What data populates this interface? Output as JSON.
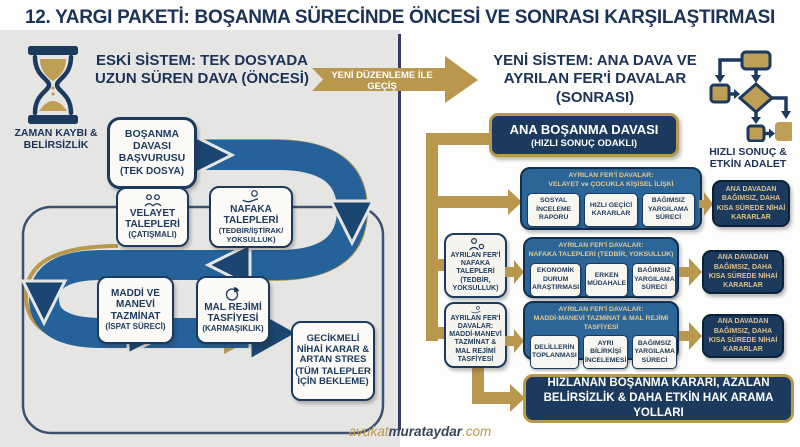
{
  "title": "12. YARGI PAKETİ: BOŞANMA SÜRECİNDE ÖNCESİ VE SONRASI KARŞILAŞTIRMASI",
  "colors": {
    "navy": "#1b3a5e",
    "panel_blue": "#2c6598",
    "gold": "#b9984d",
    "gray": "#e5e6e4",
    "cream": "#f7f5ef"
  },
  "icons": {
    "left_badge": "hourglass-icon",
    "right_badge": "flowchart-icon",
    "velayet": "family-icon",
    "nafaka": "hand-coin-icon",
    "mal_rejimi": "pie-chart-icon",
    "side_boxes": "person-coin-icon"
  },
  "left": {
    "header": "ESKİ SİSTEM: TEK DOSYADA UZUN SÜREN DAVA (ÖNCESİ)",
    "badge_caption": "ZAMAN KAYBI & BELİRSİZLİK",
    "flow": [
      {
        "label": "BOŞANMA DAVASI BAŞVURUSU",
        "sub": "(TEK DOSYA)"
      },
      {
        "label": "VELAYET TALEPLERİ",
        "sub": "(ÇATIŞMALI)"
      },
      {
        "label": "NAFAKA TALEPLERİ",
        "sub": "(TEDBİR/İŞTİRAK/ YOKSULLUK)"
      },
      {
        "label": "MADDİ VE MANEVİ TAZMİNAT",
        "sub": "(İSPAT SÜRECİ)"
      },
      {
        "label": "MAL REJİMİ TASFİYESİ",
        "sub": "(KARMAŞIKLIK)"
      },
      {
        "label": "GECİKMELİ NİHAİ KARAR & ARTAN STRES",
        "sub": "(TÜM TALEPLER İÇİN BEKLEME)"
      }
    ]
  },
  "transition": {
    "label": "YENİ DÜZENLEME İLE GEÇİŞ"
  },
  "right": {
    "header": "YENİ SİSTEM: ANA DAVA VE AYRILAN FER'İ DAVALAR (SONRASI)",
    "badge_caption": "HIZLI SONUÇ & ETKİN ADALET",
    "main_case": {
      "title": "ANA BOŞANMA DAVASI",
      "subtitle": "(HIZLI SONUÇ ODAKLI)"
    },
    "rows": [
      {
        "panel_title_line1": "AYRILAN FER'İ DAVALAR:",
        "panel_title_line2": "VELAYET ve ÇOCUKLA KİŞİSEL İLİŞKİ",
        "steps": [
          "SOSYAL İNCELEME RAPORU",
          "HIZLI GEÇİCİ KARARLAR",
          "BAĞIMSIZ YARGILAMA SÜRECİ"
        ],
        "result": "ANA DAVADAN BAĞIMSIZ, DAHA KISA SÜREDE NİHAİ KARARLAR"
      },
      {
        "side_box": "AYRILAN FER'İ NAFAKA TALEPLERİ (TEDBİR, YOKSULLUK)",
        "panel_title_line1": "AYRILAN FER'İ DAVALAR:",
        "panel_title_line2": "NAFAKA TALEPLERİ (TEDBİR, YOKSULLUK)",
        "steps": [
          "EKONOMİK DURUM ARAŞTIRMASI",
          "ERKEN MÜDAHALE",
          "BAĞIMSIZ YARGILAMA SÜRECİ"
        ],
        "result": "ANA DAVADAN BAĞIMSIZ, DAHA KISA SÜREDE NİHAİ KARARLAR"
      },
      {
        "side_box": "AYRILAN FER'İ DAVALAR: MADDİ-MANEVİ TAZMİNAT & MAL REJİMİ TASFİYESİ",
        "panel_title_line1": "AYRILAN FER'İ DAVALAR:",
        "panel_title_line2": "MADDİ-MANEVİ TAZMİNAT & MAL REJİMİ TASFİYESİ",
        "steps": [
          "DELİLLERİN TOPLANMASI",
          "AYRI BİLİRKİŞİ İNCELEMESİ",
          "BAĞIMSIZ YARGILAMA SÜRECİ"
        ],
        "result": "ANA DAVADAN BAĞIMSIZ, DAHA KISA SÜREDE NİHAİ KARARLAR"
      }
    ],
    "conclusion": "HIZLANAN BOŞANMA KARARI, AZALAN BELİRSİZLİK & DAHA ETKİN HAK ARAMA YOLLARI"
  },
  "footer": {
    "part1": "avukat",
    "part2": "murataydar",
    "part3": ".com"
  }
}
